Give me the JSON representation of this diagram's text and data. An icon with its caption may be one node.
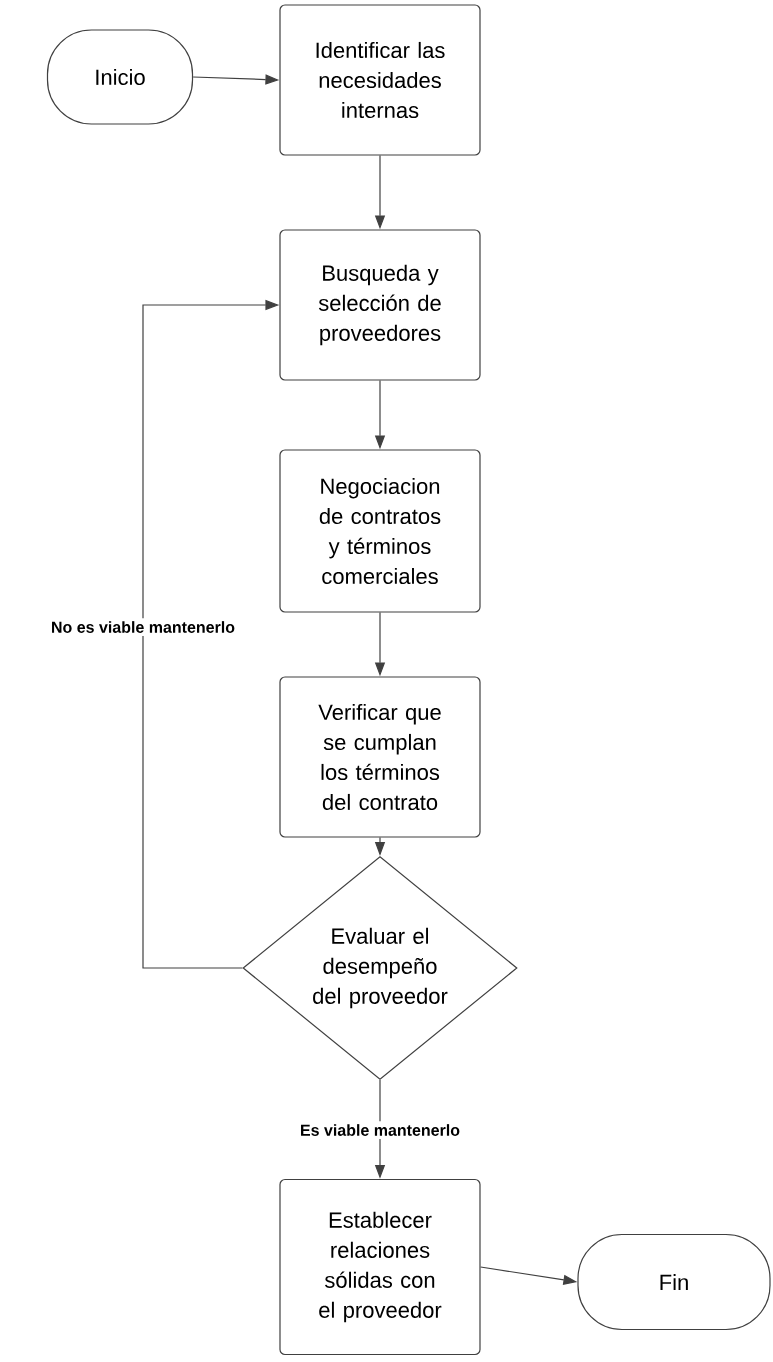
{
  "diagram": {
    "nodes": [
      {
        "text": [
          "Inicio"
        ]
      },
      {
        "text": [
          "Identificar las necesidades internas"
        ]
      },
      {
        "text": [
          "Busqueda y selección de proveedores"
        ]
      },
      {
        "text": [
          "Negociacion de contratos y términos comerciales"
        ]
      },
      {
        "text": [
          "Verificar que se cumplan los términos del contrato"
        ]
      },
      {
        "text": [
          "Evaluar el desempeño del proveedor"
        ]
      },
      {
        "text": [
          "Establecer relaciones sólidas con el proveedor"
        ]
      },
      {
        "text": [
          "Fin"
        ]
      }
    ],
    "edges": [
      {
        "from": 0,
        "to": 1,
        "arrow": "to"
      },
      {
        "from": 1,
        "to": 2,
        "arrow": "to"
      },
      {
        "from": 2,
        "to": 3,
        "arrow": "to"
      },
      {
        "from": 3,
        "to": 4,
        "arrow": "to"
      },
      {
        "from": 4,
        "to": 5,
        "arrow": "to"
      },
      {
        "from": 5,
        "to": 2,
        "arrow": "to",
        "label": "No es viable mantenerlo"
      },
      {
        "from": 5,
        "to": 6,
        "arrow": "to",
        "label": "Es viable mantenerlo"
      },
      {
        "from": 6,
        "to": 7,
        "arrow": "to"
      }
    ]
  }
}
